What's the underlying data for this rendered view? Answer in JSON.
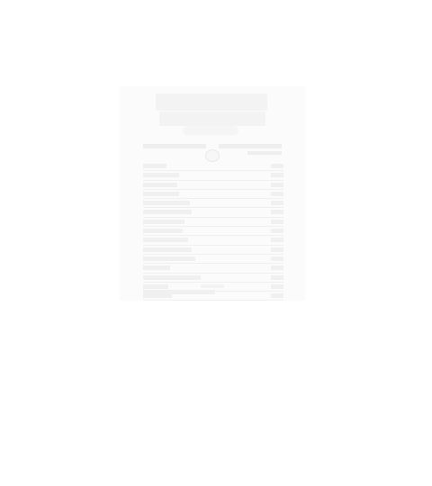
{
  "design": {
    "rows": [
      {
        "w": 26
      },
      {
        "w": 40
      },
      {
        "w": 38
      },
      {
        "w": 40
      },
      {
        "w": 52
      },
      {
        "w": 54
      },
      {
        "w": 46
      },
      {
        "w": 44
      },
      {
        "w": 50
      },
      {
        "w": 54
      },
      {
        "w": 58
      },
      {
        "w": 30
      },
      {
        "w": 64
      },
      {
        "w": 28
      },
      {
        "w": 32
      }
    ]
  }
}
